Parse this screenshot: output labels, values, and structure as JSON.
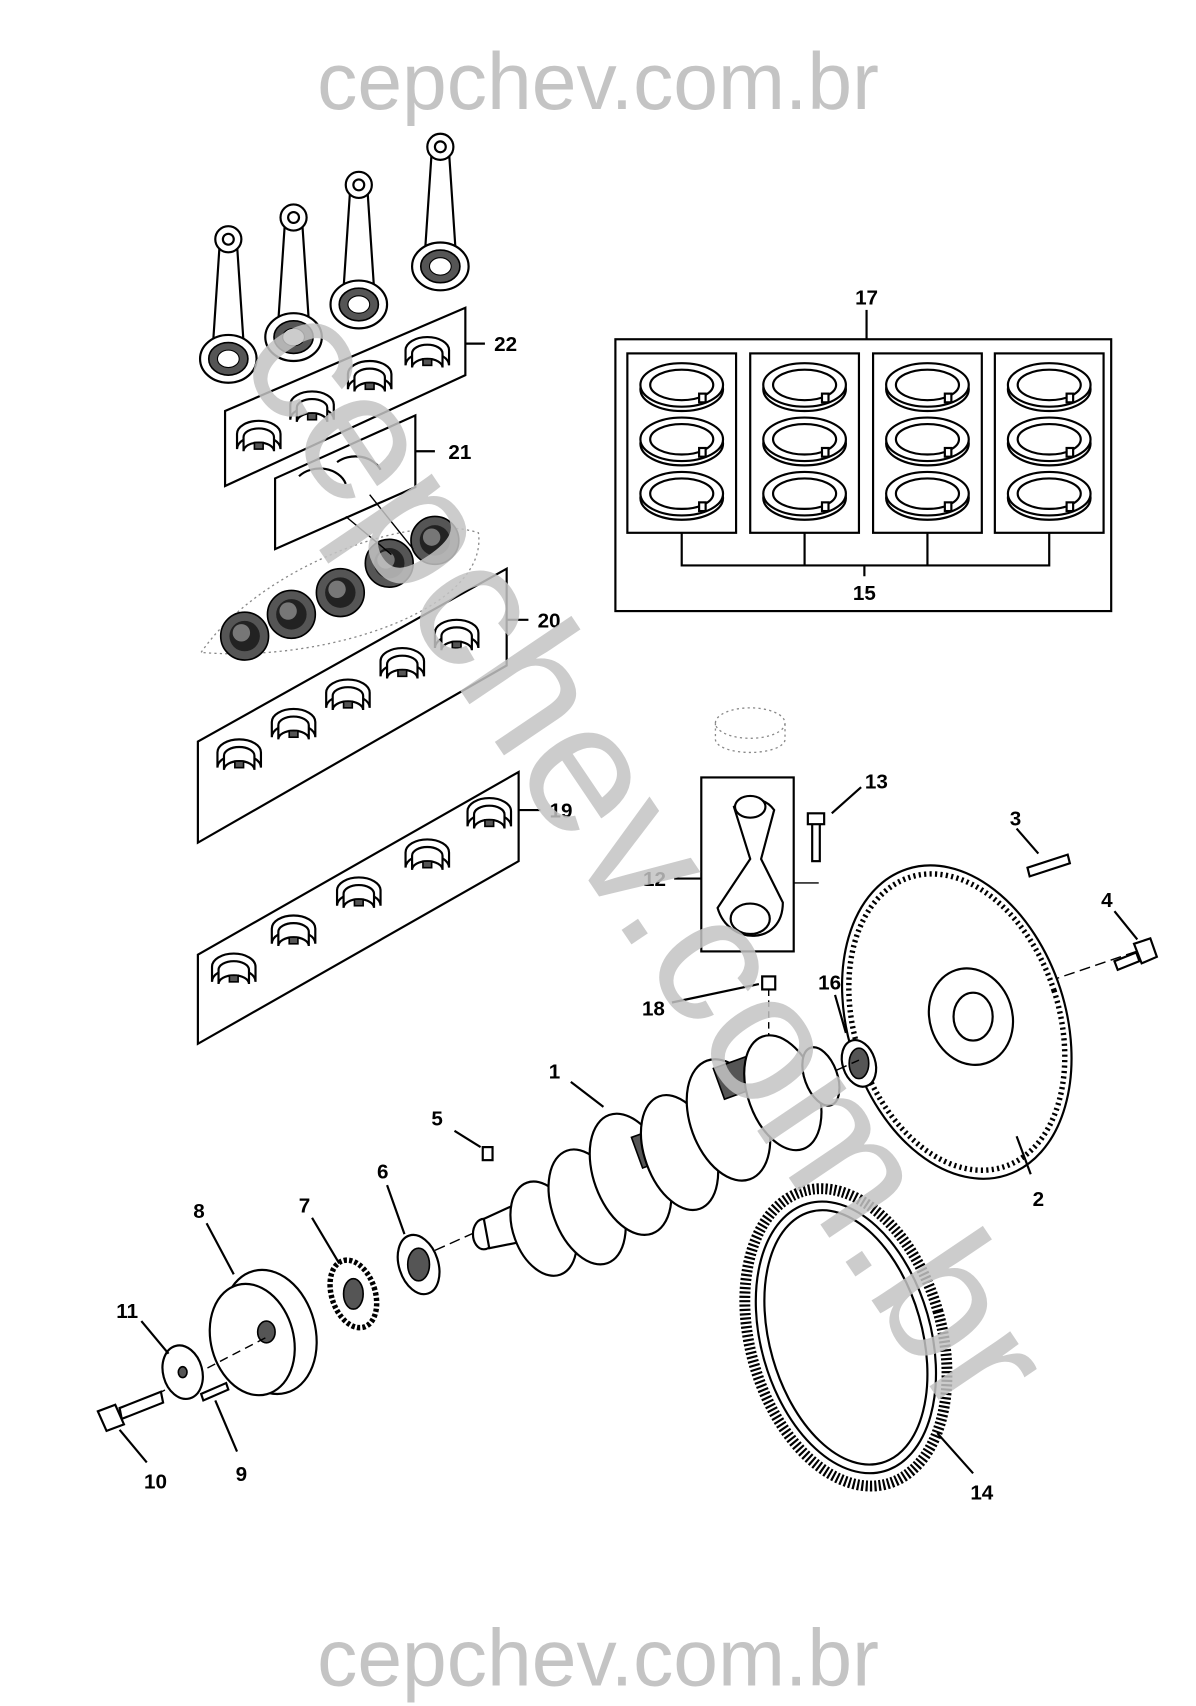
{
  "watermark": {
    "top": "cepchev.com.br",
    "diagonal": "cepchev.com.br",
    "bottom": "cepchev.com.br"
  },
  "callouts": {
    "c1": "1",
    "c2": "2",
    "c3": "3",
    "c4": "4",
    "c5": "5",
    "c6": "6",
    "c7": "7",
    "c8": "8",
    "c9": "9",
    "c10": "10",
    "c11": "11",
    "c12": "12",
    "c13": "13",
    "c14": "14",
    "c15": "15",
    "c16": "16",
    "c17": "17",
    "c18": "18",
    "c19": "19",
    "c20": "20",
    "c21": "21",
    "c22": "22"
  }
}
